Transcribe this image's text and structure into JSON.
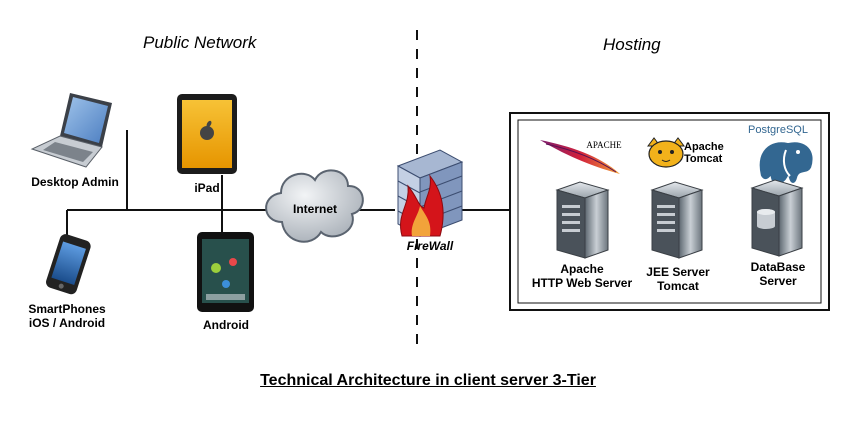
{
  "sections": {
    "public": "Public Network",
    "hosting": "Hosting"
  },
  "clients": {
    "desktop": "Desktop Admin",
    "ipad": "iPad",
    "smartphones_line1": "SmartPhones",
    "smartphones_line2": "iOS / Android",
    "android": "Android"
  },
  "internet": "Internet",
  "firewall": "FireWall",
  "logos": {
    "apache": "APACHE",
    "tomcat_line1": "Apache",
    "tomcat_line2": "Tomcat",
    "postgres": "PostgreSQL"
  },
  "servers": {
    "web_line1": "Apache",
    "web_line2": "HTTP Web Server",
    "jee_line1": "JEE Server",
    "jee_line2": "Tomcat",
    "db_line1": "DataBase",
    "db_line2": "Server"
  },
  "caption": "Technical Architecture in client server 3-Tier"
}
